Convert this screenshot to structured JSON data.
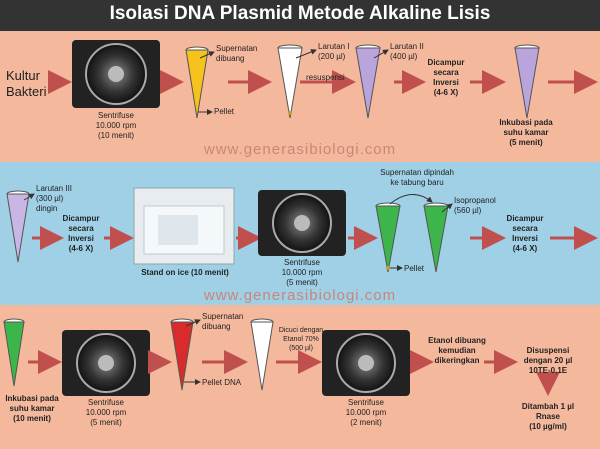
{
  "title": "Isolasi DNA Plasmid Metode Alkaline Lisis",
  "watermark": "www.generasibiologi.com",
  "row1": {
    "start": "Kultur\nBakteri",
    "centrifuge": "Sentrifuse\n10.000 rpm\n(10 menit)",
    "supernatant": "Supernatan\ndibuang",
    "pellet": "Pellet",
    "larutan1": "Larutan I\n(200 µl)",
    "resuspensi": "resuspensi",
    "larutan2": "Larutan II\n(400 µl)",
    "mix": "Dicampur\nsecara\nInversi\n(4-6 X)",
    "incubate": "Inkubasi pada\nsuhu kamar\n(5 menit)"
  },
  "row2": {
    "larutan3": "Larutan III\n(300 µl)\ndingin",
    "mix": "Dicampur\nsecara\nInversi\n(4-6 X)",
    "ice": "Stand on ice (10 menit)",
    "centrifuge": "Sentrifuse\n10.000 rpm\n(5 menit)",
    "transfer": "Supernatan dipindah\nke tabung baru",
    "pellet": "Pellet",
    "isopropanol": "Isopropanol\n(560 µl)",
    "mix2": "Dicampur\nsecara\nInversi\n(4-6 X)"
  },
  "row3": {
    "incubate": "Inkubasi pada\nsuhu kamar\n(10 menit)",
    "centrifuge1": "Sentrifuse\n10.000 rpm\n(5 menit)",
    "supernatant": "Supernatan\ndibuang",
    "pellet": "Pellet DNA",
    "wash": "Dicuci dengan\nEtanol 70%\n(500 µl)",
    "centrifuge2": "Sentrifuse\n10.000 rpm\n(2 menit)",
    "dry": "Etanol dibuang\nkemudian\ndikeringkan",
    "resuspend": "Disuspensi\ndengan 20 µl\n10TE-0,1E",
    "rnase": "Ditambah 1 µl\nRnase\n(10 µg/ml)"
  },
  "colors": {
    "band_salmon": "#f4b99d",
    "band_blue": "#9fd0e6",
    "arrow": "#c0504d",
    "tube_yellow": "#f5c31c",
    "tube_purple": "#b9a5dc",
    "tube_green": "#3cb54a",
    "tube_red": "#d92b2b"
  }
}
